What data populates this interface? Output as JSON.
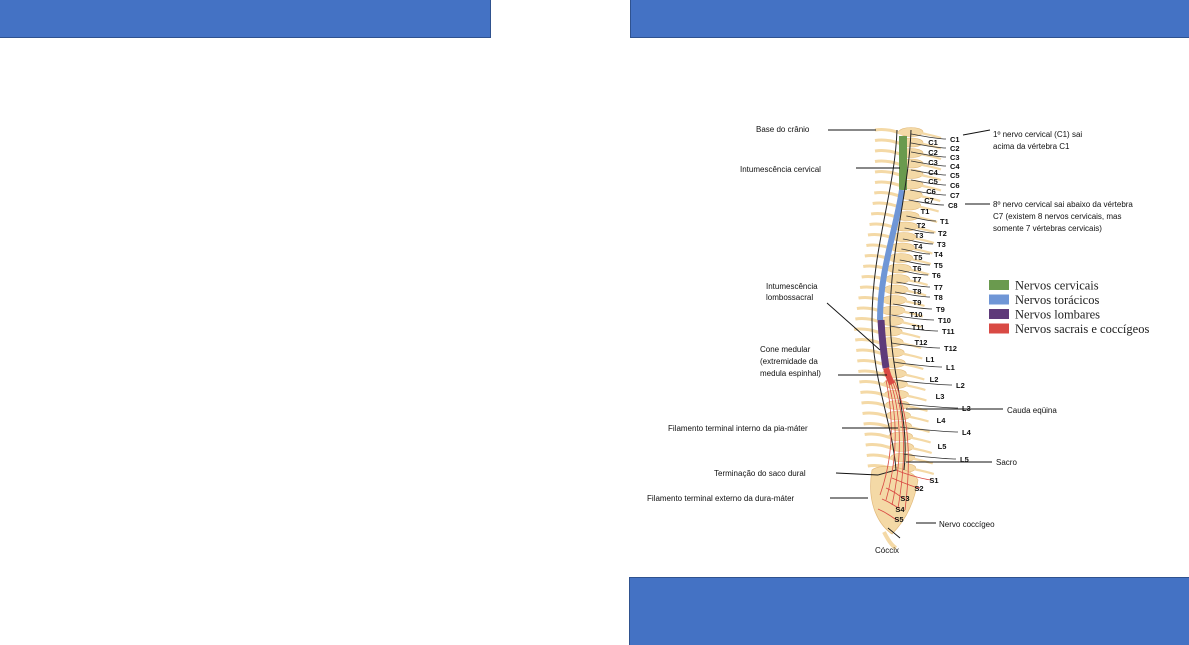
{
  "diagram": {
    "labels_left": {
      "base_cranio": "Base do crânio",
      "intumescencia_cervical": "Intumescência cervical",
      "intumescencia_lombossacral_1": "Intumescência",
      "intumescencia_lombossacral_2": "lombossacral",
      "cone_medular_1": "Cone medular",
      "cone_medular_2": "(extremidade da",
      "cone_medular_3": "medula espinhal)",
      "filamento_interno": "Filamento terminal interno da pia-máter",
      "terminacao_saco": "Terminação do saco dural",
      "filamento_externo": "Filamento terminal externo da dura-máter",
      "coccix": "Cóccix"
    },
    "labels_right": {
      "c1_note_1": "1º nervo cervical (C1) sai",
      "c1_note_2": "acima da vértebra C1",
      "c8_note_1": "8º nervo cervical sai abaixo da vértebra",
      "c8_note_2": "C7 (existem 8 nervos cervicais, mas",
      "c8_note_3": "somente 7 vértebras cervicais)",
      "cauda_equina": "Cauda eqüina",
      "sacro": "Sacro",
      "nervo_coccigeo": "Nervo coccígeo"
    },
    "vertebra_labels_inner": [
      "C1",
      "C2",
      "C3",
      "C4",
      "C5",
      "C6",
      "C7",
      "T1",
      "T2",
      "T3",
      "T4",
      "T5",
      "T6",
      "T7",
      "T8",
      "T9",
      "T10",
      "T11",
      "T12",
      "L1",
      "L2",
      "L3",
      "L4",
      "L5",
      "S1",
      "S2",
      "S3",
      "S4",
      "S5"
    ],
    "nerve_labels_outer": [
      "C1",
      "C2",
      "C3",
      "C4",
      "C5",
      "C6",
      "C7",
      "C8",
      "T1",
      "T2",
      "T3",
      "T4",
      "T5",
      "T6",
      "T7",
      "T8",
      "T9",
      "T10",
      "T11",
      "T12",
      "L1",
      "L2",
      "L3",
      "L4",
      "L5"
    ],
    "legend": [
      {
        "label": "Nervos cervicais",
        "color": "#6a9a4e"
      },
      {
        "label": "Nervos torácicos",
        "color": "#6f96d6"
      },
      {
        "label": "Nervos lombares",
        "color": "#5e3a7a"
      },
      {
        "label": "Nervos sacrais e coccígeos",
        "color": "#d94a44"
      }
    ],
    "colors": {
      "header_bar": "#4472c4",
      "bone": "#f4d9a6",
      "bone_edge": "#e2b97a"
    }
  }
}
